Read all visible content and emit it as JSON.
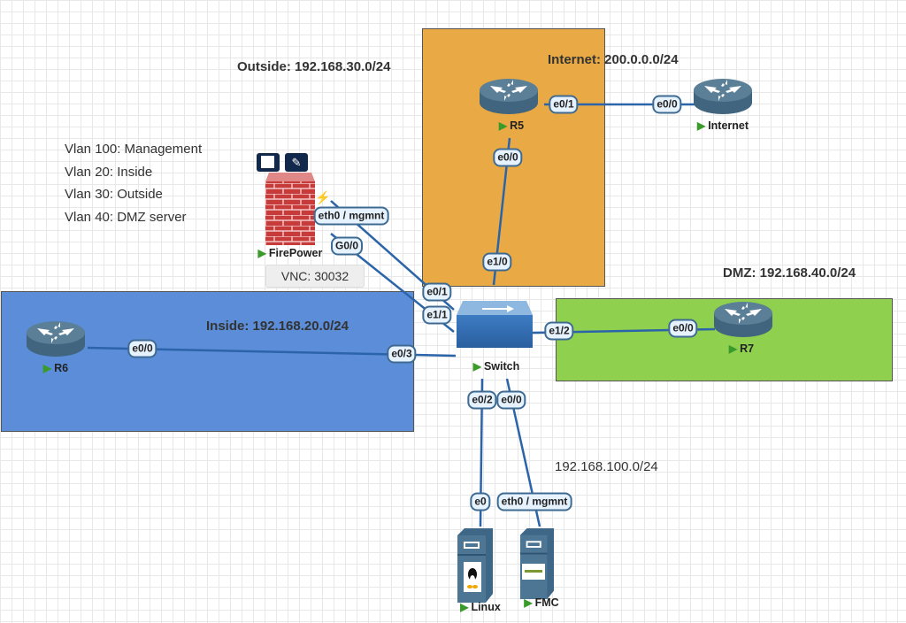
{
  "vlans": [
    "Vlan 100: Management",
    "Vlan 20: Inside",
    "Vlan 30: Outside",
    "Vlan 40: DMZ server"
  ],
  "networks": {
    "outside": "Outside: 192.168.30.0/24",
    "internet": "Internet: 200.0.0.0/24",
    "inside": "Inside: 192.168.20.0/24",
    "dmz": "DMZ: 192.168.40.0/24",
    "management": "192.168.100.0/24"
  },
  "zone_colors": {
    "outside": "#e9a944",
    "inside": "#5b8dd9",
    "dmz": "#8fd14f"
  },
  "nodes": {
    "r5": "R5",
    "internet": "Internet",
    "firepower": "FirePower",
    "switch": "Switch",
    "r6": "R6",
    "r7": "R7",
    "linux": "Linux",
    "fmc": "FMC"
  },
  "firepower_console": "VNC: 30032",
  "ports": {
    "r5_e01": "e0/1",
    "internet_e00": "e0/0",
    "r5_e00": "e0/0",
    "sw_e10": "e1/0",
    "fp_mgmt": "eth0 / mgmnt",
    "fp_g00": "G0/0",
    "sw_e01": "e0/1",
    "sw_e11": "e1/1",
    "sw_e12": "e1/2",
    "r7_e00": "e0/0",
    "r6_e00": "e0/0",
    "sw_e03": "e0/3",
    "sw_e02": "e0/2",
    "sw_e00": "e0/0",
    "linux_e0": "e0",
    "fmc_mgmt": "eth0 / mgmnt"
  },
  "icons": {
    "router": "router-icon",
    "switch": "switch-icon",
    "firewall": "firewall-icon",
    "server": "server-icon",
    "start": "play-icon"
  },
  "link_color": "#2b64a8"
}
